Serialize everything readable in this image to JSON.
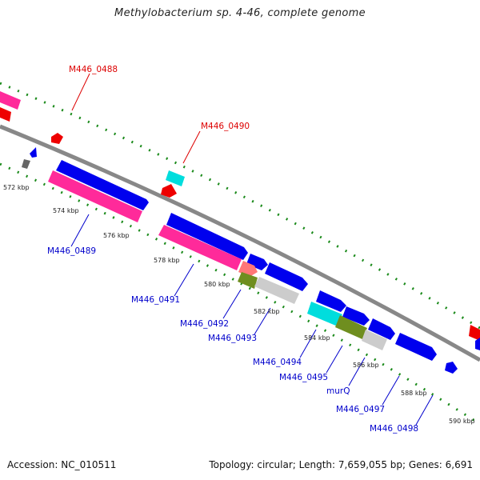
{
  "title": "Methylobacterium sp. 4-46, complete genome",
  "footer": {
    "accession": "Accession: NC_010511",
    "summary": "Topology: circular; Length: 7,659,055 bp; Genes: 6,691"
  },
  "ticks": {
    "k572": "572 kbp",
    "k574": "574 kbp",
    "k576": "576 kbp",
    "k578": "578 kbp",
    "k580": "580 kbp",
    "k582": "582 kbp",
    "k584": "584 kbp",
    "k586": "586 kbp",
    "k588": "588 kbp",
    "k590": "590 kbp"
  },
  "genes": {
    "g0488": "M446_0488",
    "g0490": "M446_0490",
    "g0489": "M446_0489",
    "g0491": "M446_0491",
    "g0492": "M446_0492",
    "g0493": "M446_0493",
    "g0494": "M446_0494",
    "g0495": "M446_0495",
    "murQ": "murQ",
    "g0497": "M446_0497",
    "g0498": "M446_0498"
  },
  "colors": {
    "forward_cds": "#0000ee",
    "pink_feature": "#ff2a9a",
    "red_feature": "#ee0000",
    "cyan_feature": "#00dddd",
    "olive_feature": "#6f8e1f",
    "grey_feature": "#cccccc",
    "dark_grey_feature": "#666666",
    "backbone": "#888888",
    "tick_green": "#1a8a1a",
    "label_red": "#dd0000",
    "label_blue": "#0000cc"
  }
}
